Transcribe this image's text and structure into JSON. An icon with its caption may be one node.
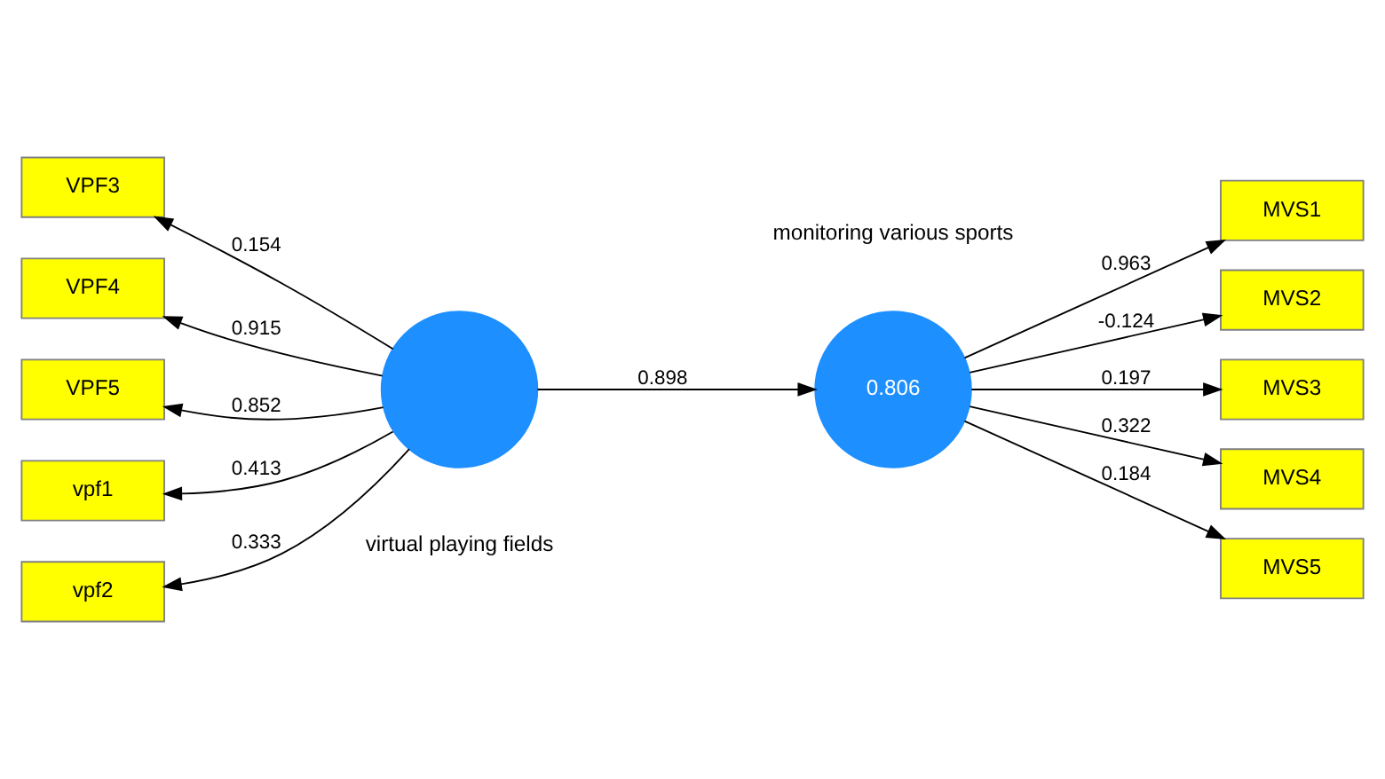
{
  "diagram": {
    "nodes": [
      {
        "text": [],
        "shape": "circle",
        "beside": [
          "virtual playing fields"
        ]
      },
      {
        "text": [
          "0.806"
        ],
        "beside": [
          "monitoring various sports"
        ]
      },
      {
        "text": [
          "VPF3"
        ]
      },
      {
        "text": [
          "VPF4"
        ]
      },
      {
        "text": [
          "VPF5"
        ]
      },
      {
        "text": [
          "vpf1"
        ]
      },
      {
        "text": [
          "vpf2"
        ]
      },
      {
        "text": [
          "MVS1"
        ]
      },
      {
        "text": [
          "MVS2"
        ]
      },
      {
        "text": [
          "MVS3"
        ]
      },
      {
        "text": [
          "MVS4"
        ]
      },
      {
        "text": [
          "MVS5"
        ]
      }
    ],
    "edges": [
      {
        "from": 0,
        "to": 2,
        "arrow": "to",
        "label": "0.154"
      },
      {
        "from": 0,
        "to": 3,
        "arrow": "to",
        "label": "0.915"
      },
      {
        "from": 0,
        "to": 4,
        "arrow": "to",
        "label": "0.852"
      },
      {
        "from": 0,
        "to": 5,
        "arrow": "to",
        "label": "0.413"
      },
      {
        "from": 0,
        "to": 6,
        "arrow": "to",
        "label": "0.333"
      },
      {
        "from": 0,
        "to": 1,
        "arrow": "to",
        "label": "0.898"
      },
      {
        "from": 1,
        "to": 7,
        "arrow": "to",
        "label": "0.963"
      },
      {
        "from": 1,
        "to": 8,
        "arrow": "to",
        "label": "-0.124"
      },
      {
        "from": 1,
        "to": 9,
        "arrow": "to",
        "label": "0.197"
      },
      {
        "from": 1,
        "to": 10,
        "arrow": "to",
        "label": "0.322"
      },
      {
        "from": 1,
        "to": 11,
        "arrow": "to",
        "label": "0.184"
      }
    ]
  }
}
